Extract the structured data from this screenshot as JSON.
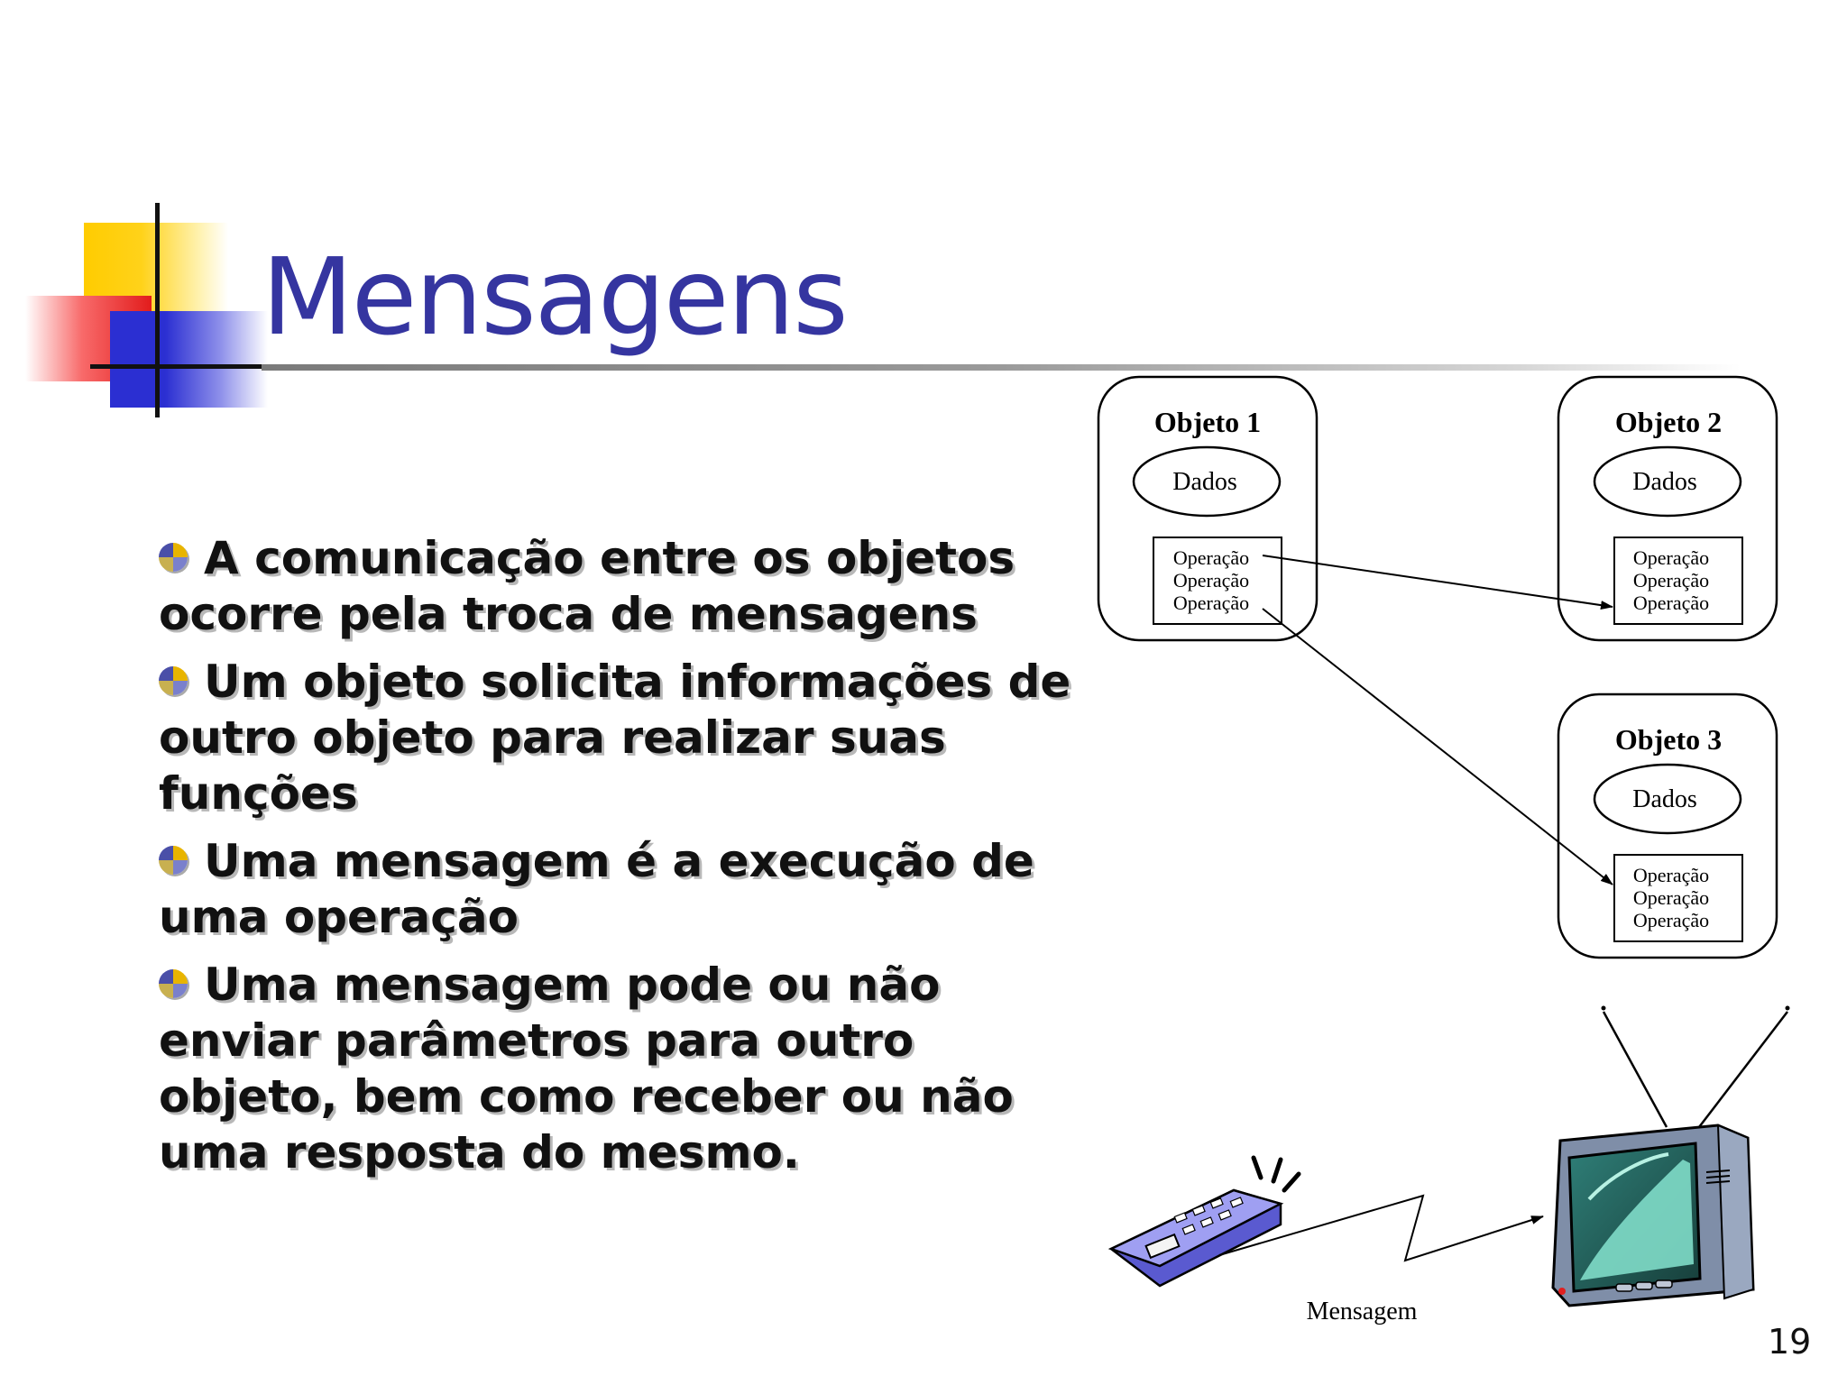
{
  "slide": {
    "title": "Mensagens",
    "page_number": "19",
    "bullets": [
      "A comunicação entre os objetos ocorre pela troca de mensagens",
      "Um objeto solicita informações de outro objeto para realizar suas funções",
      "Uma mensagem é a execução de uma operação",
      "Uma mensagem pode ou não enviar parâmetros para outro objeto, bem como receber ou não uma resposta do mesmo."
    ]
  },
  "diagram": {
    "objects": [
      {
        "title": "Objeto 1",
        "data_label": "Dados",
        "operations": [
          "Operação",
          "Operação",
          "Operação"
        ]
      },
      {
        "title": "Objeto 2",
        "data_label": "Dados",
        "operations": [
          "Operação",
          "Operação",
          "Operação"
        ]
      },
      {
        "title": "Objeto 3",
        "data_label": "Dados",
        "operations": [
          "Operação",
          "Operação",
          "Operação"
        ]
      }
    ],
    "message_label": "Mensagem"
  }
}
